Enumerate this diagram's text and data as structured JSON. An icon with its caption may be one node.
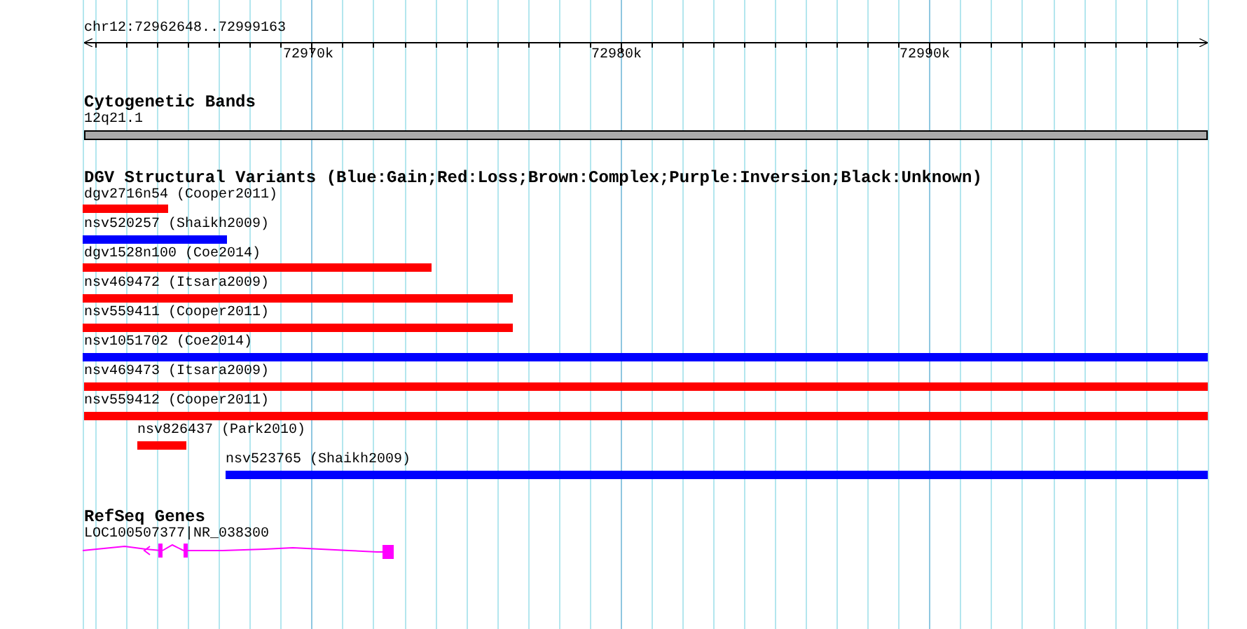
{
  "diagram": {
    "nodes": [
      {
        "text": [
          "12q21.1"
        ]
      },
      {
        "text": [
          "dgv2716n54 (Cooper2011)"
        ]
      },
      {
        "text": [
          "nsv520257 (Shaikh2009)"
        ]
      },
      {
        "text": [
          "dgv1528n100 (Coe2014)"
        ]
      },
      {
        "text": [
          "nsv469472 (Itsara2009)"
        ]
      },
      {
        "text": [
          "nsv559411 (Cooper2011)"
        ]
      },
      {
        "text": [
          "nsv1051702 (Coe2014)"
        ]
      },
      {
        "text": [
          "nsv469473 (Itsara2009)"
        ]
      },
      {
        "text": [
          "nsv559412 (Cooper2011)"
        ]
      },
      {
        "text": [
          "nsv826437 (Park2010)"
        ]
      },
      {
        "text": [
          "nsv523765 (Shaikh2009)"
        ]
      },
      {
        "text": [
          "LOC100507377|NR_038300"
        ]
      }
    ],
    "edges": [],
    "labels": [
      "chr12:72962648..72999163",
      "72970k",
      "72980k",
      "72990k",
      "Cytogenetic Bands",
      "DGV Structural Variants (Blue:Gain;Red:Loss;Brown:Complex;Purple:Inversion;Black:Unknown)",
      "RefSeq Genes"
    ]
  }
}
